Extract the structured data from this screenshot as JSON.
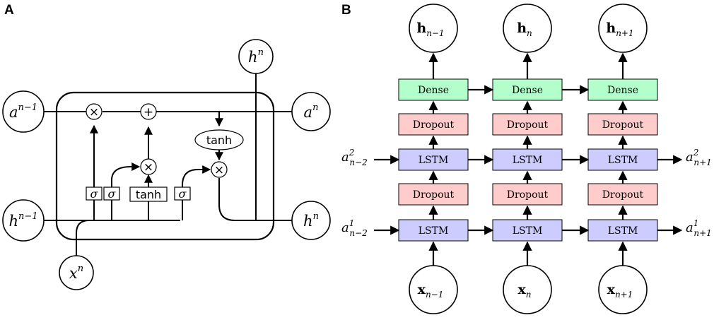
{
  "panel_a": {
    "label": "A",
    "a_prev": {
      "base": "a",
      "sup": "n−1"
    },
    "a_next": {
      "base": "a",
      "sup": "n"
    },
    "h_prev": {
      "base": "h",
      "sup": "n−1"
    },
    "h_next": {
      "base": "h",
      "sup": "n"
    },
    "h_top": {
      "base": "h",
      "sup": "n"
    },
    "x_in": {
      "base": "x",
      "sup": "n"
    },
    "gates": [
      "σ",
      "σ",
      "tanh",
      "σ"
    ],
    "tanh_node": "tanh",
    "mult_symbol": "×",
    "add_symbol": "+"
  },
  "panel_b": {
    "label": "B",
    "columns": [
      {
        "h": {
          "base": "h",
          "sub": "n−1"
        },
        "x": {
          "base": "x",
          "sub": "n−1"
        }
      },
      {
        "h": {
          "base": "h",
          "sub": "n"
        },
        "x": {
          "base": "x",
          "sub": "n"
        }
      },
      {
        "h": {
          "base": "h",
          "sub": "n+1"
        },
        "x": {
          "base": "x",
          "sub": "n+1"
        }
      }
    ],
    "layers": {
      "dense": "Dense",
      "dropout": "Dropout",
      "lstm": "LSTM"
    },
    "left_inputs": [
      {
        "base": "a",
        "sup": "2",
        "sub": "n−2"
      },
      {
        "base": "a",
        "sup": "1",
        "sub": "n−2"
      }
    ],
    "right_outputs": [
      {
        "base": "a",
        "sup": "2",
        "sub": "n+1"
      },
      {
        "base": "a",
        "sup": "1",
        "sub": "n+1"
      }
    ],
    "colors": {
      "dense": "#b3ffcc",
      "dropout": "#ffcccc",
      "lstm": "#ccccff"
    }
  }
}
